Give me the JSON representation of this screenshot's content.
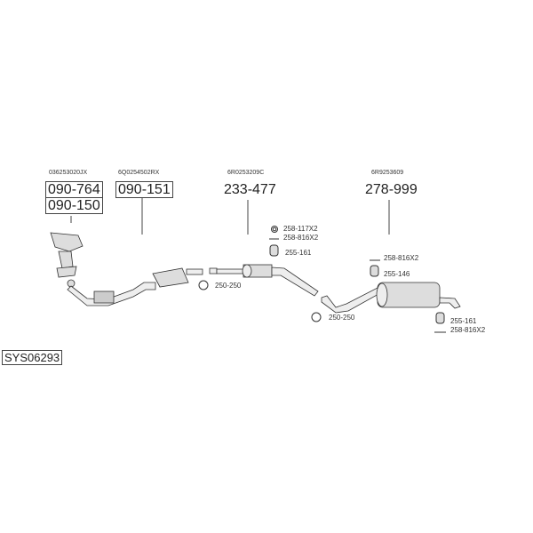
{
  "system_code": "SYS06293",
  "groups": [
    {
      "oe_number": "036253020JX",
      "part_numbers": [
        "090-764",
        "090-150"
      ]
    },
    {
      "oe_number": "6Q0254502RX",
      "part_numbers": [
        "090-151"
      ]
    },
    {
      "oe_number": "6R0253209C",
      "part_numbers": [
        "233-477"
      ]
    },
    {
      "oe_number": "6R9253609",
      "part_numbers": [
        "278-999"
      ]
    }
  ],
  "accessories": {
    "clamp_front": "250-250",
    "middle_ring": "258-117X2",
    "middle_bolt": "258-816X2",
    "middle_hanger": "255-161",
    "clamp_rear": "250-250",
    "rear_bolt": "258-816X2",
    "rear_hanger": "255-146",
    "tail_hanger": "255-161",
    "tail_bolt": "258-816X2"
  }
}
